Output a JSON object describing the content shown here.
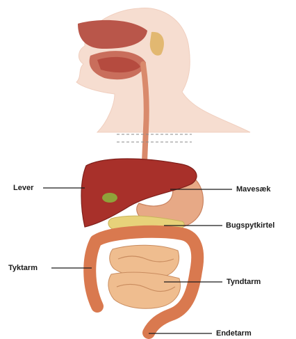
{
  "labels": {
    "lever": "Lever",
    "mavesaek": "Mavesæk",
    "bugspytkirtel": "Bugspytkirtel",
    "tyktarm": "Tyktarm",
    "tyndtarm": "Tyndtarm",
    "endetarm": "Endetarm"
  },
  "colors": {
    "skin": "#f6ddd0",
    "liver": "#a8302a",
    "stomach": "#e7a986",
    "pancreas": "#e7d27a",
    "colon": "#d9794f",
    "small_intestine": "#efbd8f",
    "esophagus": "#d98a6c",
    "gallbladder": "#8fa23a"
  }
}
